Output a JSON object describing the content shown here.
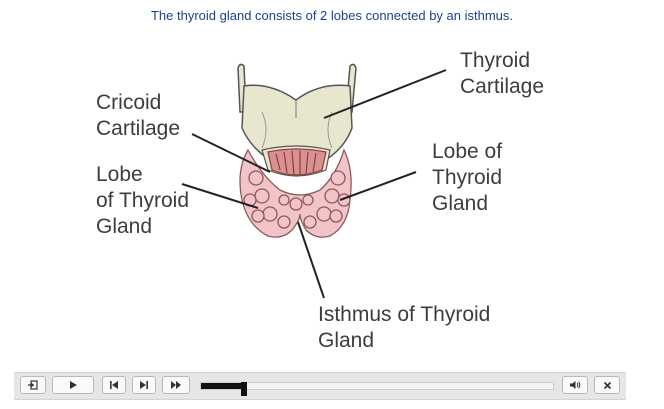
{
  "caption": "The thyroid gland consists of 2 lobes connected by an isthmus.",
  "labels": {
    "thyroid_cartilage": "Thyroid\nCartilage",
    "cricoid_cartilage": "Cricoid\nCartilage",
    "lobe_left": "Lobe\nof Thyroid\nGland",
    "lobe_right": "Lobe of\nThyroid\nGland",
    "isthmus": "Isthmus of Thyroid\nGland"
  },
  "player": {
    "icons": {
      "exit": "exit-icon",
      "play": "play-icon",
      "prev": "skip-back-icon",
      "next": "skip-forward-icon",
      "fast_forward": "fast-forward-icon",
      "volume": "volume-icon",
      "close": "close-icon"
    },
    "progress": 0.13,
    "colors": {
      "bar": "#e6e6e6",
      "progress": "#111111"
    }
  },
  "colors": {
    "caption": "#1f3f8f",
    "cartilage": "#e8e6cf",
    "thyroid_tissue": "#f2c4c8",
    "trachea_inner": "#c98080",
    "label_text": "#3d3d3d"
  }
}
